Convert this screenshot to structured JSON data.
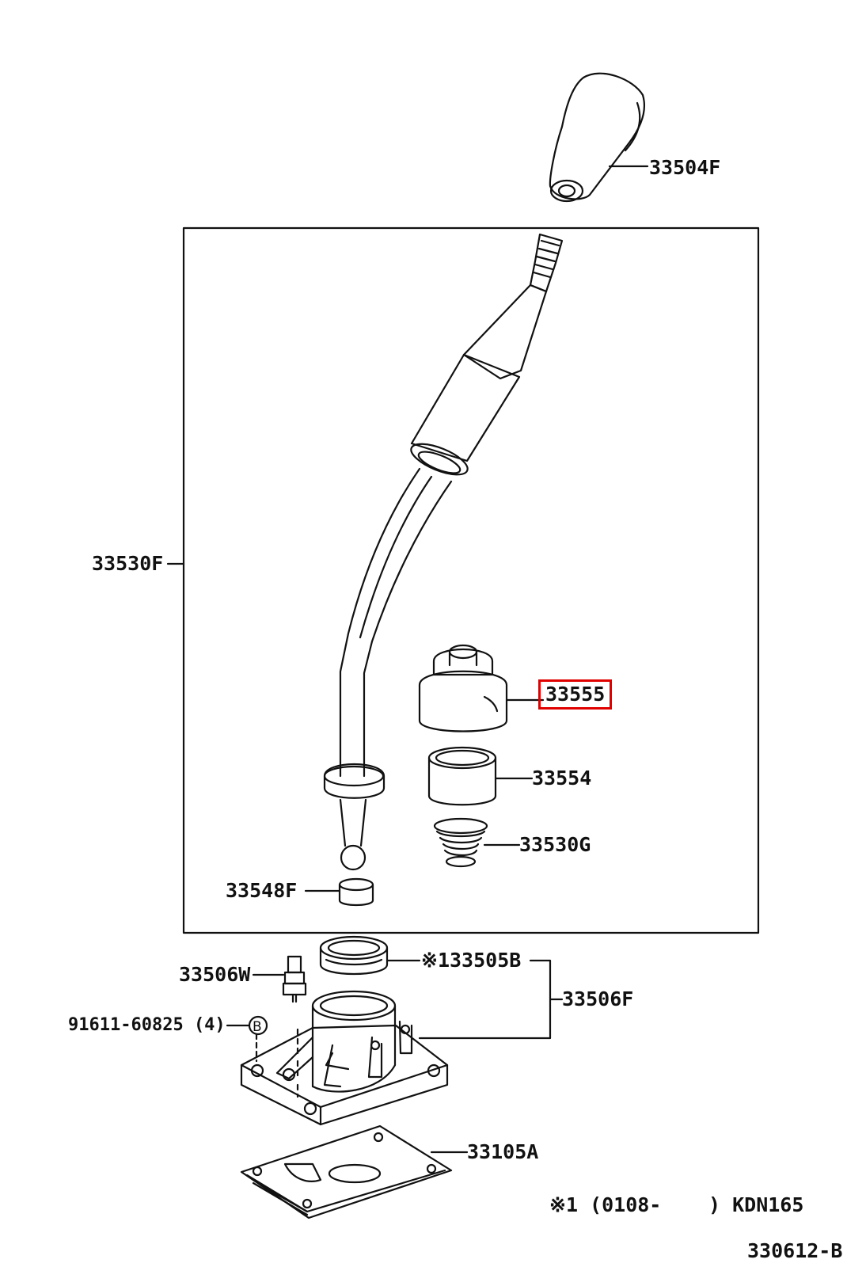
{
  "diagram": {
    "colors": {
      "line": "#111111",
      "highlight": "#e00000",
      "background": "#ffffff"
    },
    "labels": {
      "knob": "33504F",
      "lever_sub_assy": "33530F",
      "boot": "33555",
      "bushing": "33554",
      "spring": "33530G",
      "ball_seat": "33548F",
      "seal_ring": "※133505B",
      "housing_assy": "33506F",
      "bolt_w": "33506W",
      "bolt_b": "91611-60825 (4)",
      "callout_b": "B",
      "gasket": "33105A",
      "footnote_prefix": "※1 (0108-",
      "footnote_suffix": ") KDN165",
      "figure_code": "330612-B"
    },
    "highlighted_part": "33555"
  }
}
